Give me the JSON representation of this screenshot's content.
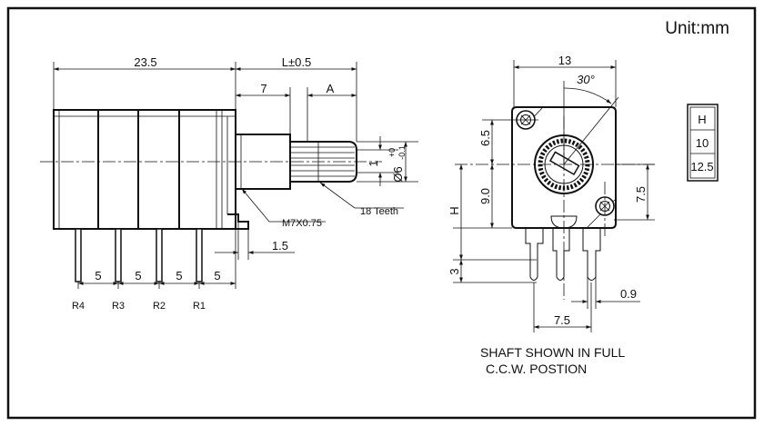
{
  "unit_label": "Unit:mm",
  "side_view": {
    "dims": {
      "body_length": "23.5",
      "shaft_length": "L±0.5",
      "bushing_length": "7",
      "knurl_length": "A",
      "flat_depth": "1",
      "shaft_diameter": "Ø6",
      "shaft_tol_upper": "+0",
      "shaft_tol_lower": "-0.1",
      "thread": "M7X0.75",
      "teeth": "18 Teeth",
      "bracket_offset": "1.5",
      "pin_pitches": [
        "5",
        "5",
        "5",
        "5"
      ]
    },
    "pin_labels": [
      "R4",
      "R3",
      "R2",
      "R1"
    ]
  },
  "front_view": {
    "dims": {
      "width": "13",
      "angle": "30°",
      "top_hole": "6.5",
      "center_to_bottom": "9.0",
      "height_h": "H",
      "right_hole": "7.5",
      "pin_length": "3",
      "pin_width": "0.9",
      "pin_span": "7.5"
    },
    "caption_line1": "SHAFT SHOWN IN FULL",
    "caption_line2": "C.C.W. POSTION"
  },
  "h_table": {
    "header": "H",
    "values": [
      "10",
      "12.5"
    ]
  }
}
